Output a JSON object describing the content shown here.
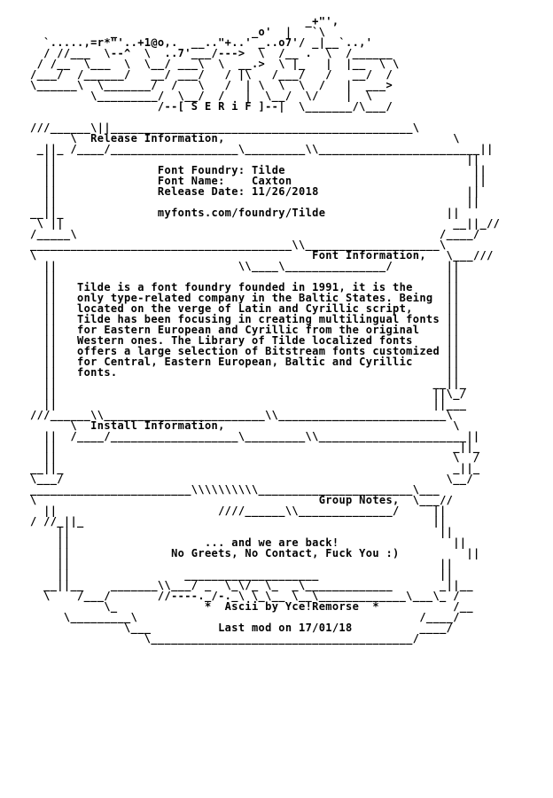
{
  "art": {
    "logo": [
      "                                         _+\"',",
      "            _                    _o'  |   `\\",
      "  `.....,=r*\"'..+1@o,.  __..\"+..' _..o7'/ _|__`..,'",
      "  / //___  \\--^  \\  ..7'___/--->  \\  /__ .  \\  /______",
      " / /__  \\___  \\  \\__/ ___\\  \\  __.>  \\ |_   |  |__  \\ \\",
      "/___/  /______/   __/ ___/   / |\\   /___/   /   __/  /",
      "\\______\\  \\_______/  /   \\   /  | \\  \\  \\  /   |  ___>",
      "         \\_________/  \\__/  /   |  \\__/  \\/    |  \\",
      "                   /--[ S E R i F ]--|  \\_______/\\___/"
    ],
    "frame_top": " _____________________________________________________________",
    "frame_side": "||",
    "frame_bottom": " \\____________________________________________________________/",
    "divider_left": "///______\\",
    "divider_right": "/_______________________\\"
  },
  "sections": {
    "release": {
      "header": "Release Information,",
      "foundry_label": "Font Foundry:",
      "foundry": "Tilde",
      "name_label": "Font Name:",
      "name": "Caxton",
      "date_label": "Release Date:",
      "date": "11/26/2018",
      "url": "myfonts.com/foundry/Tilde"
    },
    "font": {
      "header": "Font Information,",
      "lines": [
        "Tilde is a font foundry founded in 1991, it is the",
        "only type-related company in the Baltic States. Being",
        "located on the verge of Latin and Cyrillic script,",
        "Tilde has been focusing in creating multilingual fonts",
        "for Eastern European and Cyrillic from the original",
        "Western ones. The Library of Tilde localized fonts",
        "offers a large selection of Bitstream fonts customized",
        "for Central, Eastern European, Baltic and Cyrillic",
        "fonts."
      ]
    },
    "install": {
      "header": "Install Information,"
    },
    "group": {
      "header": "Group Notes,",
      "line1": "... and we are back!",
      "line2": "No Greets, No Contact, Fuck You :)"
    }
  },
  "footer": {
    "ascii_by": "*  Ascii by Yce!Remorse  *",
    "last_mod": "Last mod on 17/01/18"
  }
}
